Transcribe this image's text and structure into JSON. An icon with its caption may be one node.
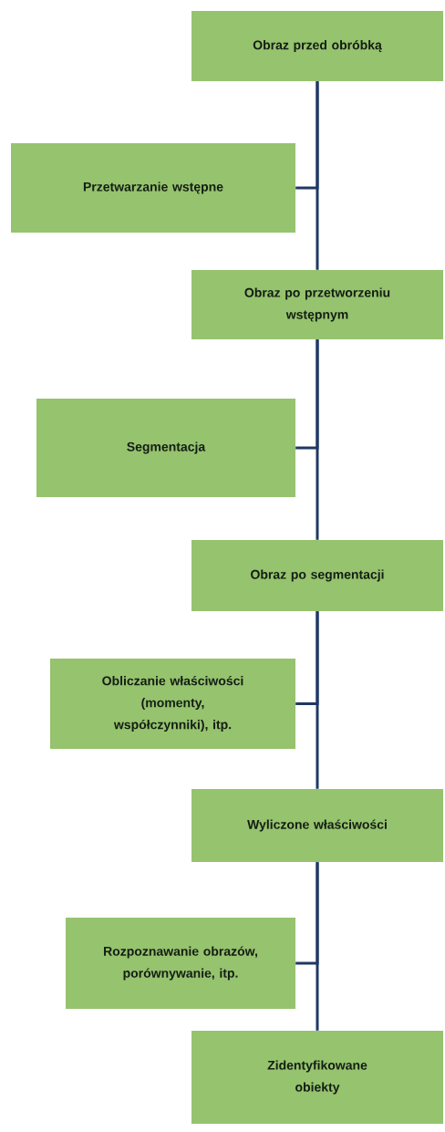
{
  "diagram": {
    "nodes": [
      {
        "text": [
          "Obraz przed obróbką"
        ]
      },
      {
        "text": [
          "Przetwarzanie wstępne"
        ]
      },
      {
        "text": [
          "Obraz po przetworzeniu wstępnym"
        ]
      },
      {
        "text": [
          "Segmentacja"
        ]
      },
      {
        "text": [
          "Obraz po segmentacji"
        ]
      },
      {
        "text": [
          "Obliczanie właściwości (momenty, współczynniki), itp."
        ]
      },
      {
        "text": [
          "Wyliczone właściwości"
        ]
      },
      {
        "text": [
          "Rozpoznawanie obrazów, porównywanie, itp."
        ]
      },
      {
        "text": [
          "Zidentyfikowane obiekty"
        ]
      }
    ],
    "edges": [
      {
        "from": 0,
        "to": 1,
        "arrow": "none"
      },
      {
        "from": 0,
        "to": 2,
        "arrow": "none"
      },
      {
        "from": 2,
        "to": 3,
        "arrow": "none"
      },
      {
        "from": 2,
        "to": 4,
        "arrow": "none"
      },
      {
        "from": 4,
        "to": 5,
        "arrow": "none"
      },
      {
        "from": 4,
        "to": 6,
        "arrow": "none"
      },
      {
        "from": 6,
        "to": 7,
        "arrow": "none"
      },
      {
        "from": 6,
        "to": 8,
        "arrow": "none"
      }
    ]
  }
}
